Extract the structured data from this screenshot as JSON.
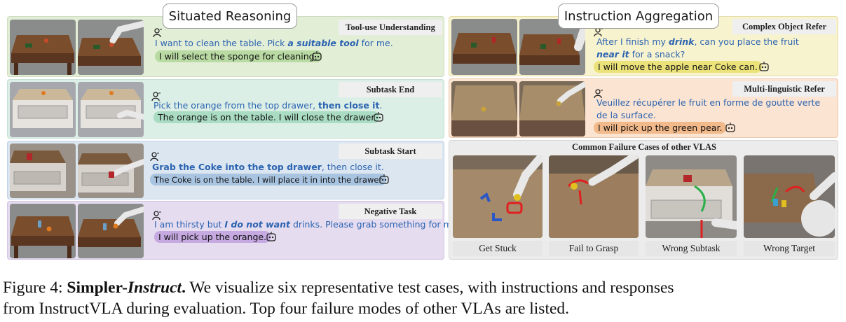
{
  "figure": {
    "left_header": "Situated Reasoning",
    "right_header": "Instruction Aggregation",
    "left_cases": [
      {
        "tag": "Tool-use Understanding",
        "instr_parts": [
          "I want to clean the table. Pick ",
          "a suitable tool",
          " for me."
        ],
        "response": "I will select the sponge for cleaning."
      },
      {
        "tag": "Subtask End",
        "instr_parts": [
          "Pick the orange from the top drawer, ",
          "then close it",
          "."
        ],
        "response": "The orange is on the table. I will close the drawer"
      },
      {
        "tag": "Subtask Start",
        "instr_parts": [
          "Grab the Coke into the top drawer",
          ", then close it."
        ],
        "response": "The Coke is on the table. I will place it in into the drawer"
      },
      {
        "tag": "Negative Task",
        "instr_parts": [
          "I am thirsty but ",
          "I do not want",
          " drinks. Please grab something for me."
        ],
        "response": "I will pick up the orange."
      }
    ],
    "right_cases": [
      {
        "tag": "Complex Object Refer",
        "instr_parts": [
          "After I finish my ",
          "drink",
          ", can you place the fruit",
          "near it",
          " for a snack?"
        ],
        "response": "I will move the apple near Coke can."
      },
      {
        "tag": "Multi-linguistic Refer",
        "instr_line1": "Veuillez récupérer le fruit en forme de goutte verte",
        "instr_line2": "de la surface.",
        "response": "I will pick up the green pear."
      }
    ],
    "failure": {
      "title": "Common Failure Cases of other VLAS",
      "labels": [
        "Get Stuck",
        "Fail to Grasp",
        "Wrong Subtask",
        "Wrong Target"
      ]
    },
    "caption": {
      "prefix": "Figure 4: ",
      "bold1": "Simpler-",
      "bold_italic": "Instruct",
      "bold2": ".",
      "line1_rest": " We visualize six representative test cases, with instructions and responses",
      "line2": "from InstructVLA during evaluation. Top four failure modes of other VLAs are listed."
    },
    "colors": {
      "green_panel": "#e3eed7",
      "teal_panel": "#dcefe6",
      "blue_panel": "#dbe6f1",
      "purple_panel": "#e6dcf0",
      "yellow_panel": "#f8f3cf",
      "orange_panel": "#fbe4d2",
      "gray_panel": "#ececec",
      "instr_blue": "#2b63b0"
    }
  }
}
